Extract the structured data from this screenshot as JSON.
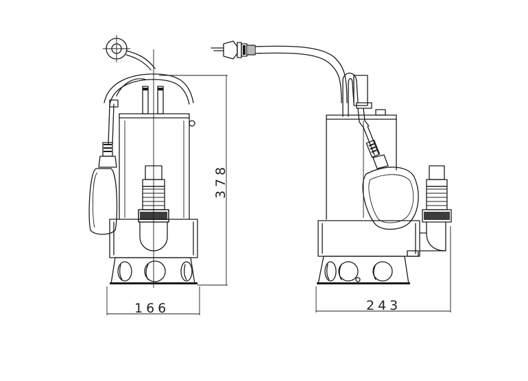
{
  "dimensions": {
    "height": "378",
    "front_width": "166",
    "side_width": "243"
  },
  "colors": {
    "line": "#1a1a1a",
    "background": "#ffffff"
  }
}
